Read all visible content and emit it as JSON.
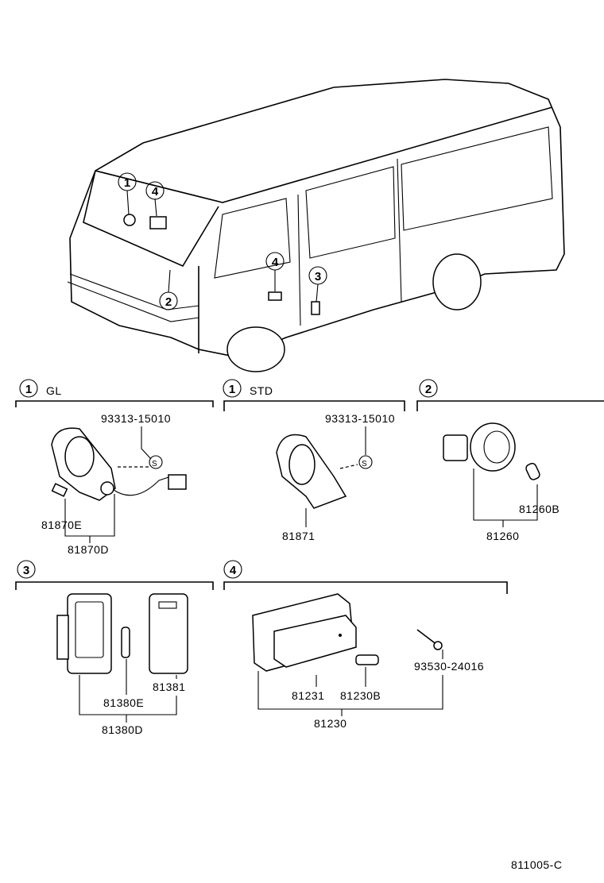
{
  "van_callouts": [
    "1",
    "4",
    "2",
    "4",
    "3"
  ],
  "sections": {
    "s1_gl": {
      "number": "1",
      "title": "GL",
      "screw": "93313-15010",
      "screw_symbol": "S",
      "bulb": "81870E",
      "assembly": "81870D"
    },
    "s1_std": {
      "number": "1",
      "title": "STD",
      "screw": "93313-15010",
      "screw_symbol": "S",
      "assembly": "81871"
    },
    "s2": {
      "number": "2",
      "bulb": "81260B",
      "assembly": "81260"
    },
    "s3": {
      "number": "3",
      "bulb": "81380E",
      "lens": "81381",
      "assembly": "81380D"
    },
    "s4": {
      "number": "4",
      "housing": "81231",
      "bulb": "81230B",
      "screw": "93530-24016",
      "assembly": "81230"
    }
  },
  "figure_code": "811005-C"
}
